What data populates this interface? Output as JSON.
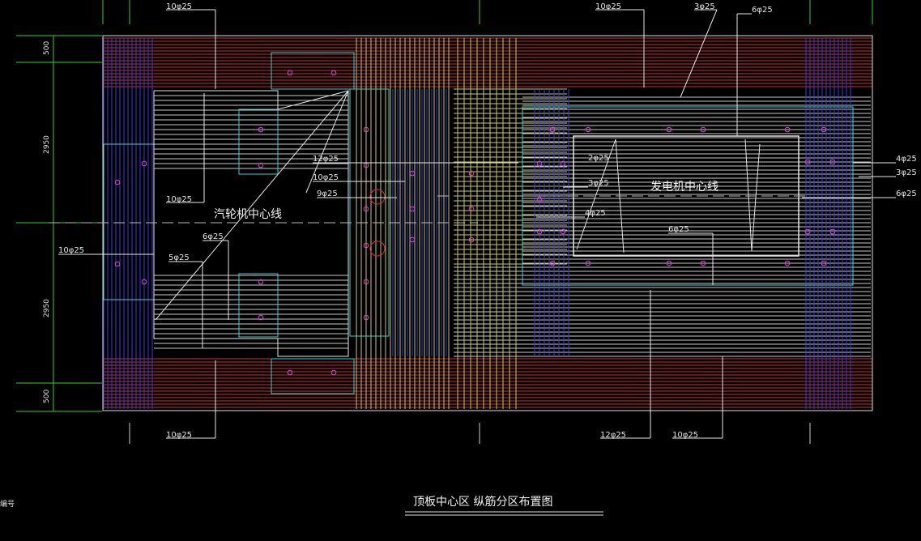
{
  "drawing": {
    "title": "顶板中心区 纵筋分区布置图",
    "corner_note": "编号",
    "turbine_centerline": "汽轮机中心线",
    "generator_centerline": "发电机中心线"
  },
  "dimensions": [
    "500",
    "2950",
    "2950",
    "500"
  ],
  "rebar_labels": {
    "top_left": "10φ25",
    "top_mid_a": "10φ25",
    "top_mid_b": "3φ25",
    "top_mid_c": "6φ25",
    "left_upper": "10φ25",
    "left_mid": "10φ25",
    "inner_a": "6φ25",
    "inner_b": "5φ25",
    "center_a": "12φ25",
    "center_b": "10φ25",
    "center_c": "9φ25",
    "gen_a": "2φ25",
    "gen_b": "3φ25",
    "gen_c": "4φ25",
    "gen_d": "6φ25",
    "right_a": "4φ25",
    "right_b": "3φ25",
    "right_c": "6φ25",
    "bottom_left": "10φ25",
    "bottom_mid": "12φ25",
    "bottom_right": "10φ25"
  },
  "colors": {
    "background": "#000000",
    "red_bars": "#c83232",
    "blue_bars": "#3c3cdc",
    "yellow_bars": "#c8c864",
    "white_bars": "#c8c8c8",
    "cyan_lines": "#40d0d0",
    "magenta_dots": "#e040e0",
    "dimension_green": "#30d030"
  }
}
